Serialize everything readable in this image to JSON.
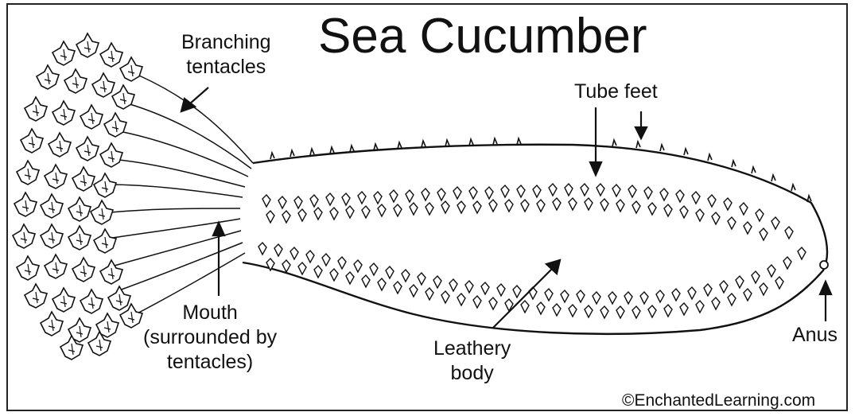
{
  "title": "Sea Cucumber",
  "labels": {
    "branching_tentacles": [
      "Branching",
      "tentacles"
    ],
    "tube_feet": "Tube feet",
    "mouth": [
      "Mouth",
      "(surrounded by",
      "tentacles)"
    ],
    "leathery_body": [
      "Leathery",
      "body"
    ],
    "anus": "Anus"
  },
  "credit": "©EnchantedLearning.com",
  "colors": {
    "ink": "#111111",
    "background": "#ffffff"
  }
}
